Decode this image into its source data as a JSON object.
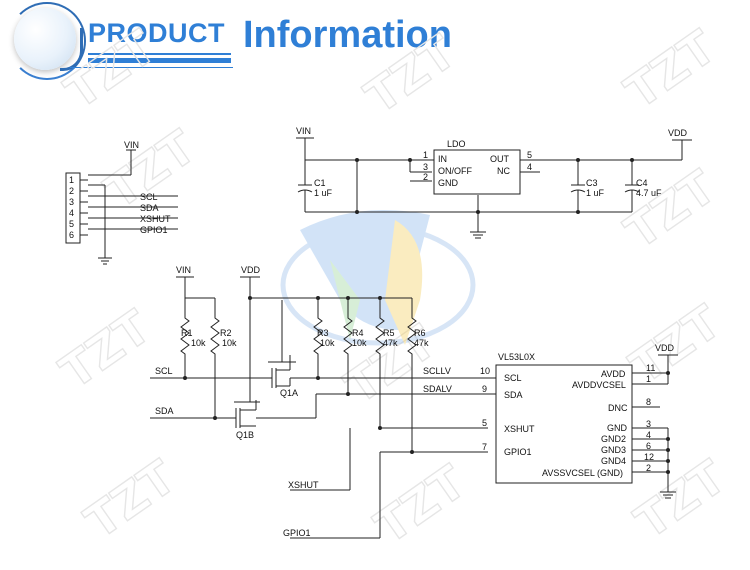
{
  "header": {
    "product": "PRODUCT",
    "info": "Information"
  },
  "connector": {
    "supply": "VIN",
    "pins": [
      "1",
      "2",
      "3",
      "4",
      "5",
      "6"
    ],
    "signals": [
      "SCL",
      "SDA",
      "XSHUT",
      "GPIO1"
    ]
  },
  "ldo": {
    "name": "LDO",
    "pin_in": "IN",
    "pin_onoff": "ON/OFF",
    "pin_gnd": "GND",
    "pin_out": "OUT",
    "pin_nc": "NC",
    "num_in": "1",
    "num_onoff": "3",
    "num_gnd": "2",
    "num_out": "5",
    "num_nc": "4"
  },
  "supply": {
    "vin": "VIN",
    "vdd": "VDD"
  },
  "caps": [
    {
      "ref": "C1",
      "value": "1 uF"
    },
    {
      "ref": "C3",
      "value": "1 uF"
    },
    {
      "ref": "C4",
      "value": "4.7 uF"
    }
  ],
  "resistors": [
    {
      "ref": "R1",
      "value": "10k"
    },
    {
      "ref": "R2",
      "value": "10k"
    },
    {
      "ref": "R3",
      "value": "10k"
    },
    {
      "ref": "R4",
      "value": "10k"
    },
    {
      "ref": "R5",
      "value": "47k"
    },
    {
      "ref": "R6",
      "value": "47k"
    }
  ],
  "level": {
    "vin": "VIN",
    "vdd": "VDD",
    "scl": "SCL",
    "sda": "SDA",
    "q1a": "Q1A",
    "q1b": "Q1B",
    "sclv": "SCLLV",
    "sdav": "SDALV",
    "xshut": "XSHUT",
    "gpio1": "GPIO1"
  },
  "chip": {
    "name": "VL53L0X",
    "left_pins": [
      {
        "num": "10",
        "label": "SCL"
      },
      {
        "num": "9",
        "label": "SDA"
      },
      {
        "num": "5",
        "label": "XSHUT"
      },
      {
        "num": "7",
        "label": "GPIO1"
      }
    ],
    "right_pins": [
      {
        "num": "11",
        "label": "AVDD"
      },
      {
        "num": "1",
        "label": "AVDDVCSEL"
      },
      {
        "num": "8",
        "label": "DNC"
      },
      {
        "num": "3",
        "label": "GND"
      },
      {
        "num": "4",
        "label": "GND2"
      },
      {
        "num": "6",
        "label": "GND3"
      },
      {
        "num": "12",
        "label": "GND4"
      },
      {
        "num": "2",
        "label": "AVSSVCSEL (GND)"
      }
    ],
    "vdd": "VDD"
  }
}
